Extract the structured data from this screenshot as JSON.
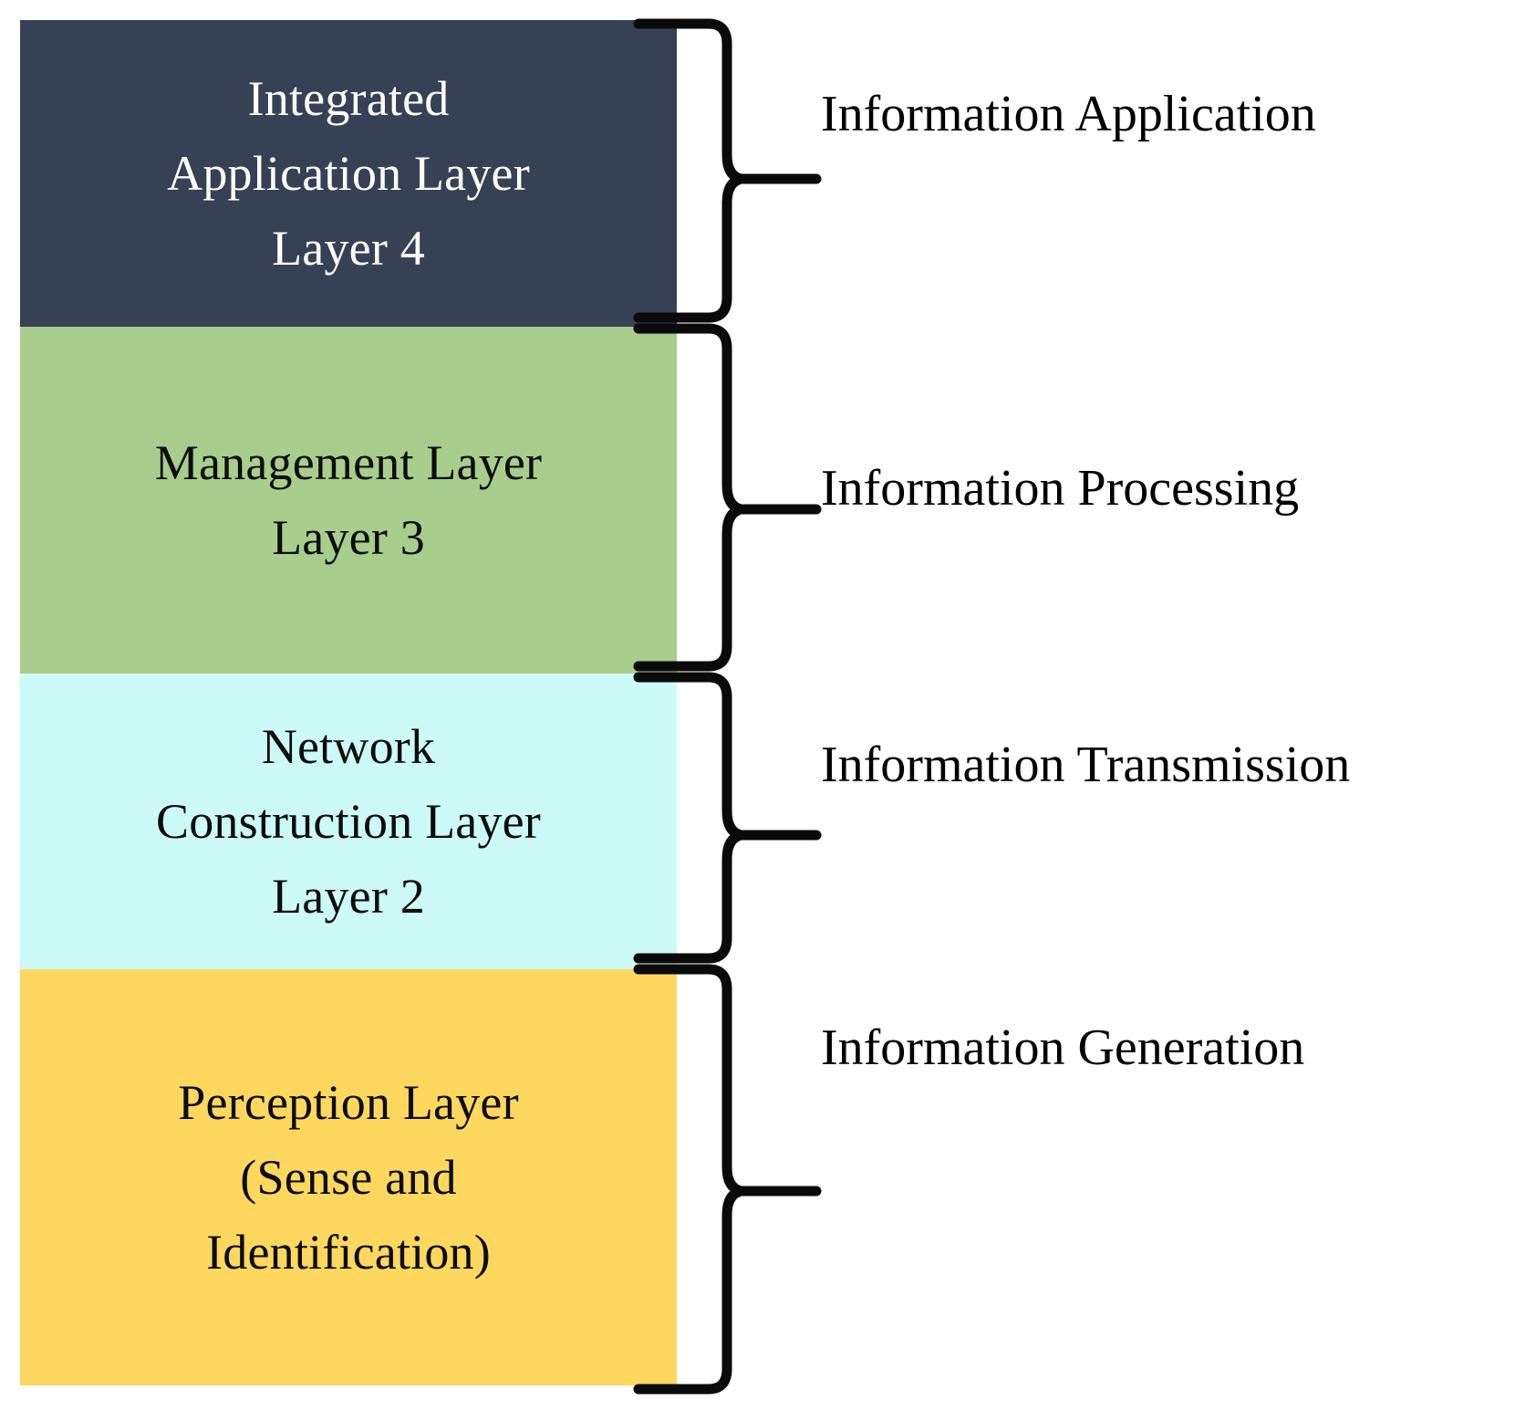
{
  "figure": {
    "type": "layered-architecture-diagram",
    "orientation": "vertical-stack",
    "background_color": "#ffffff"
  },
  "layers": [
    {
      "id": "layer-4",
      "lines": [
        "Integrated",
        "Application Layer",
        "Layer 4"
      ],
      "fill_color": "#374156",
      "text_color": "#ffffff"
    },
    {
      "id": "layer-3",
      "lines": [
        "Management Layer",
        "Layer 3"
      ],
      "fill_color": "#a7ce8c",
      "text_color": "#0c0c0c"
    },
    {
      "id": "layer-2",
      "lines": [
        "Network",
        "Construction Layer",
        "Layer 2"
      ],
      "fill_color": "#ccfbf7",
      "text_color": "#0c0c0c"
    },
    {
      "id": "layer-1",
      "lines": [
        "Perception Layer",
        "(Sense and",
        "Identification)"
      ],
      "fill_color": "#fdd75e",
      "text_color": "#0c0c0c"
    }
  ],
  "categories": [
    {
      "id": "category-application",
      "label": "Information Application"
    },
    {
      "id": "category-processing",
      "label": "Information Processing"
    },
    {
      "id": "category-transmission",
      "label": "Information Transmission"
    },
    {
      "id": "category-generation",
      "label": "Information Generation"
    }
  ],
  "braces": {
    "stroke_color": "#0a0a0a",
    "count": 4
  }
}
